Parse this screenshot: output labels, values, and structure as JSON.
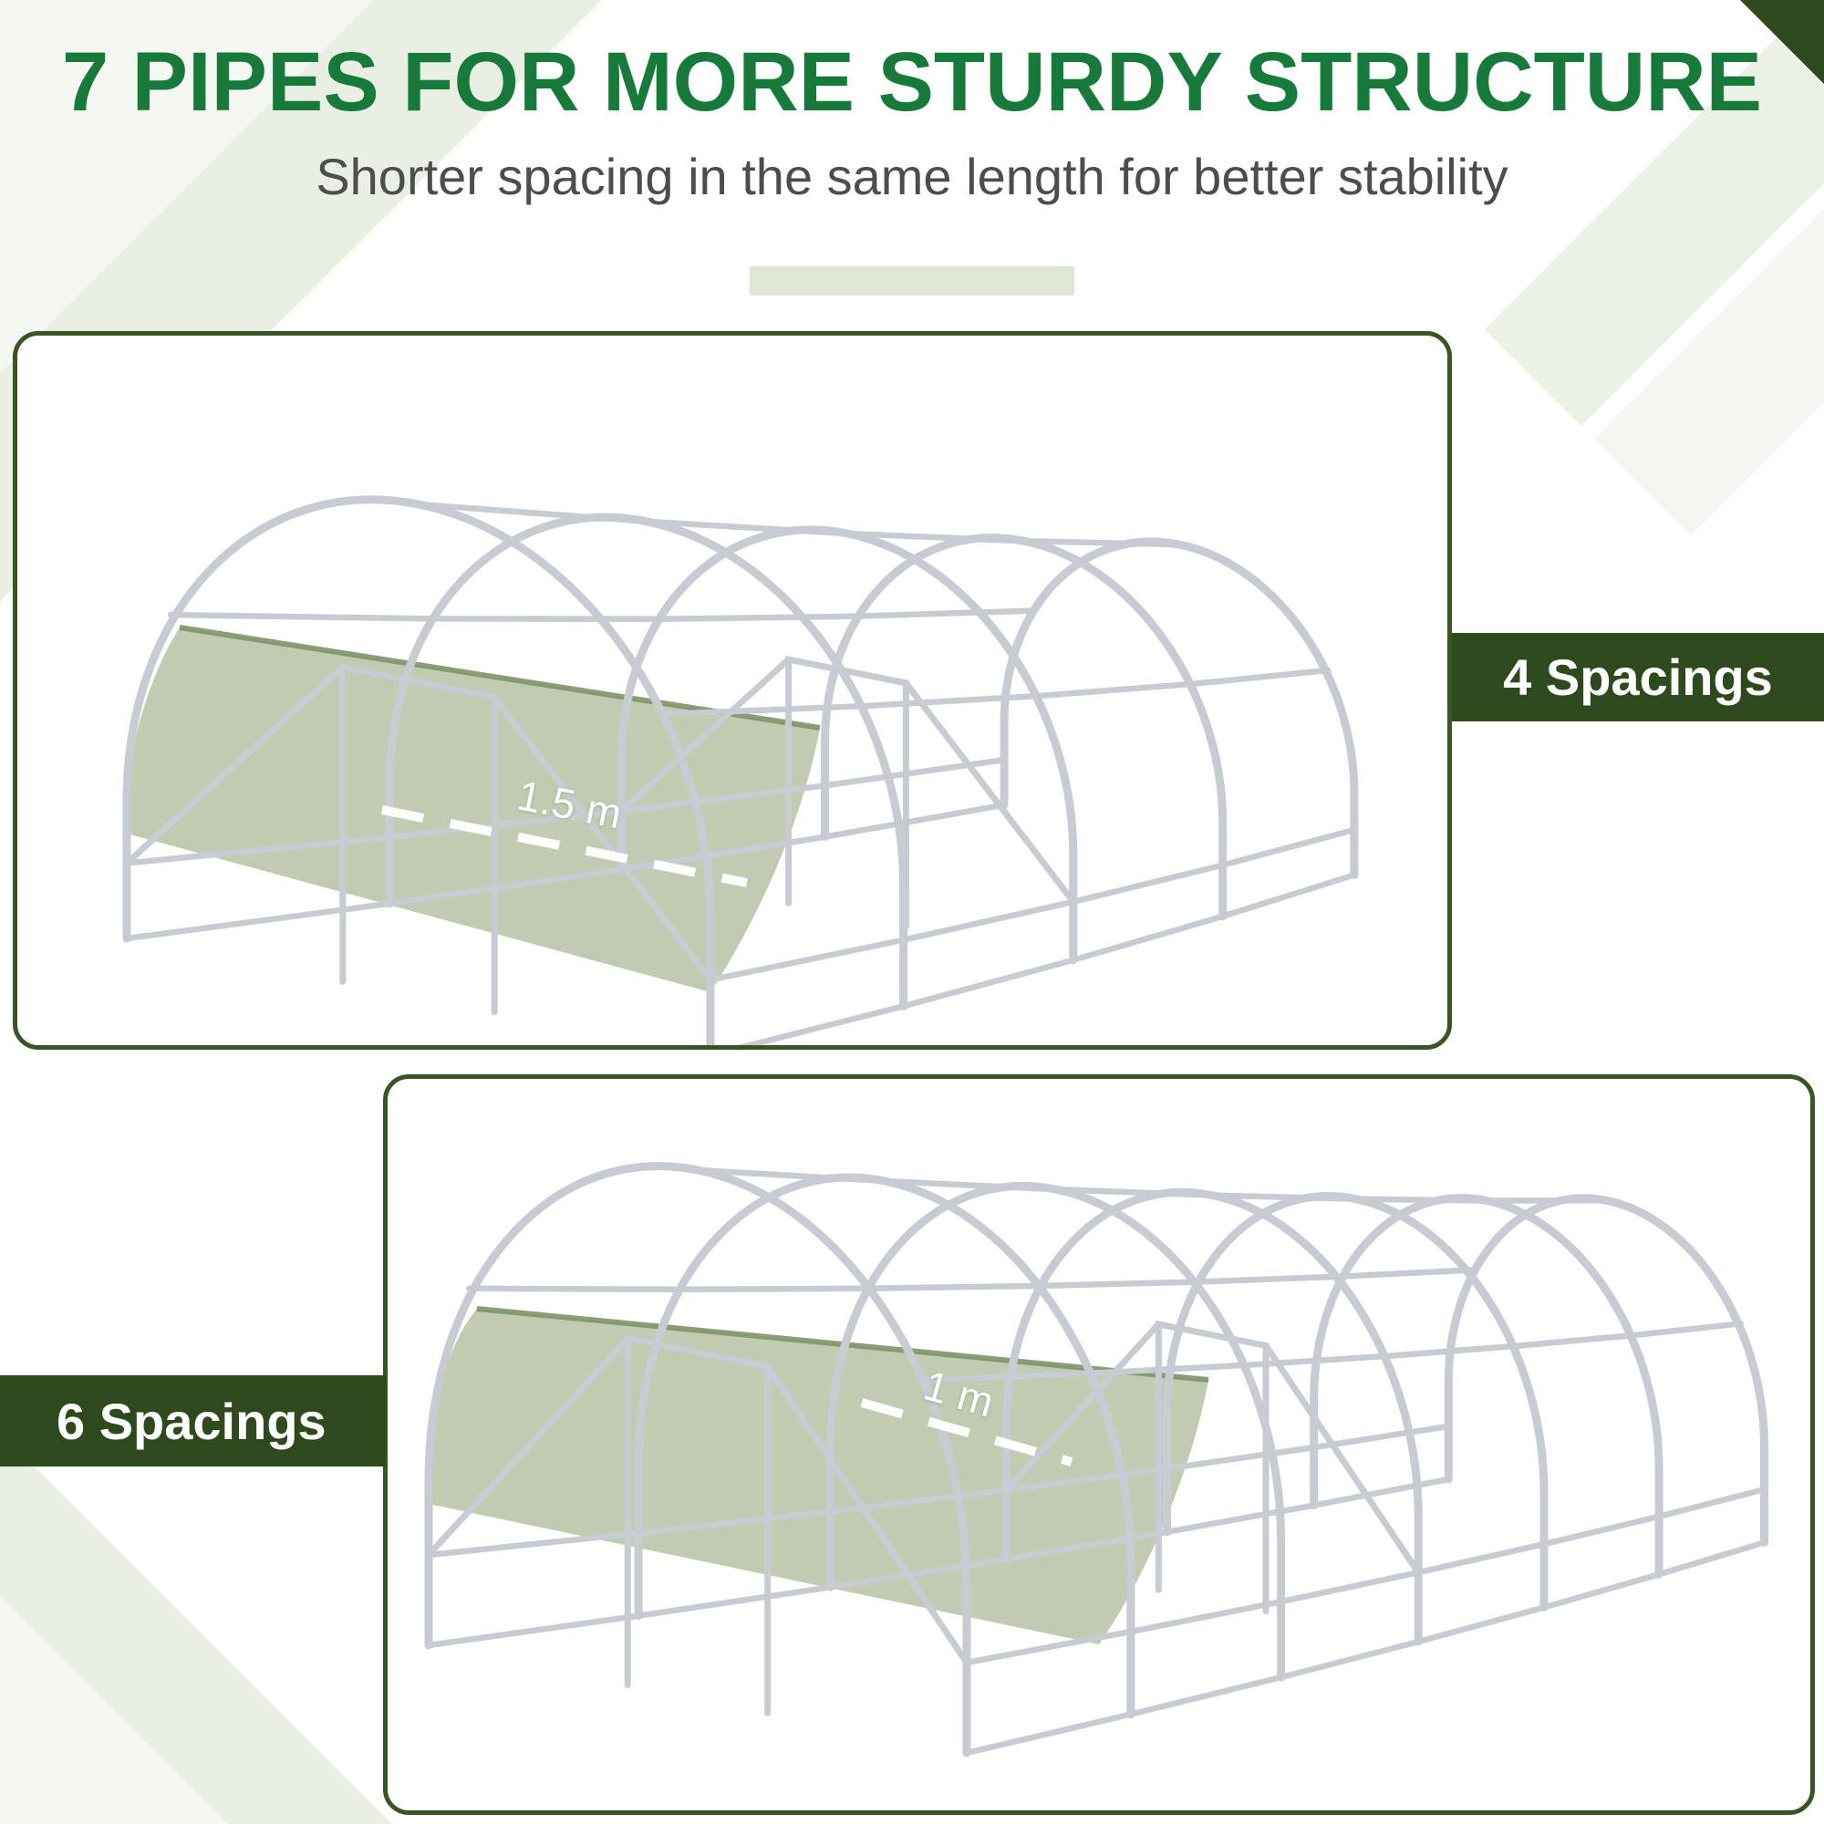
{
  "header": {
    "title": "7 PIPES FOR MORE STURDY STRUCTURE",
    "subtitle": "Shorter spacing in the same length for better stability"
  },
  "comparison": {
    "top_panel": {
      "badge_label": "4 Spacings",
      "spacing_label": "1.5 m",
      "pipes": 5,
      "spacings": 4
    },
    "bottom_panel": {
      "badge_label": "6 Spacings",
      "spacing_label": "1 m",
      "pipes": 7,
      "spacings": 6
    }
  },
  "colors": {
    "title_green": "#177a3a",
    "badge_green": "#2e4a1c",
    "panel_border_green": "#3a5426",
    "tarp_green": "#b5c2a3",
    "frame_gray": "#c6ccd2"
  }
}
